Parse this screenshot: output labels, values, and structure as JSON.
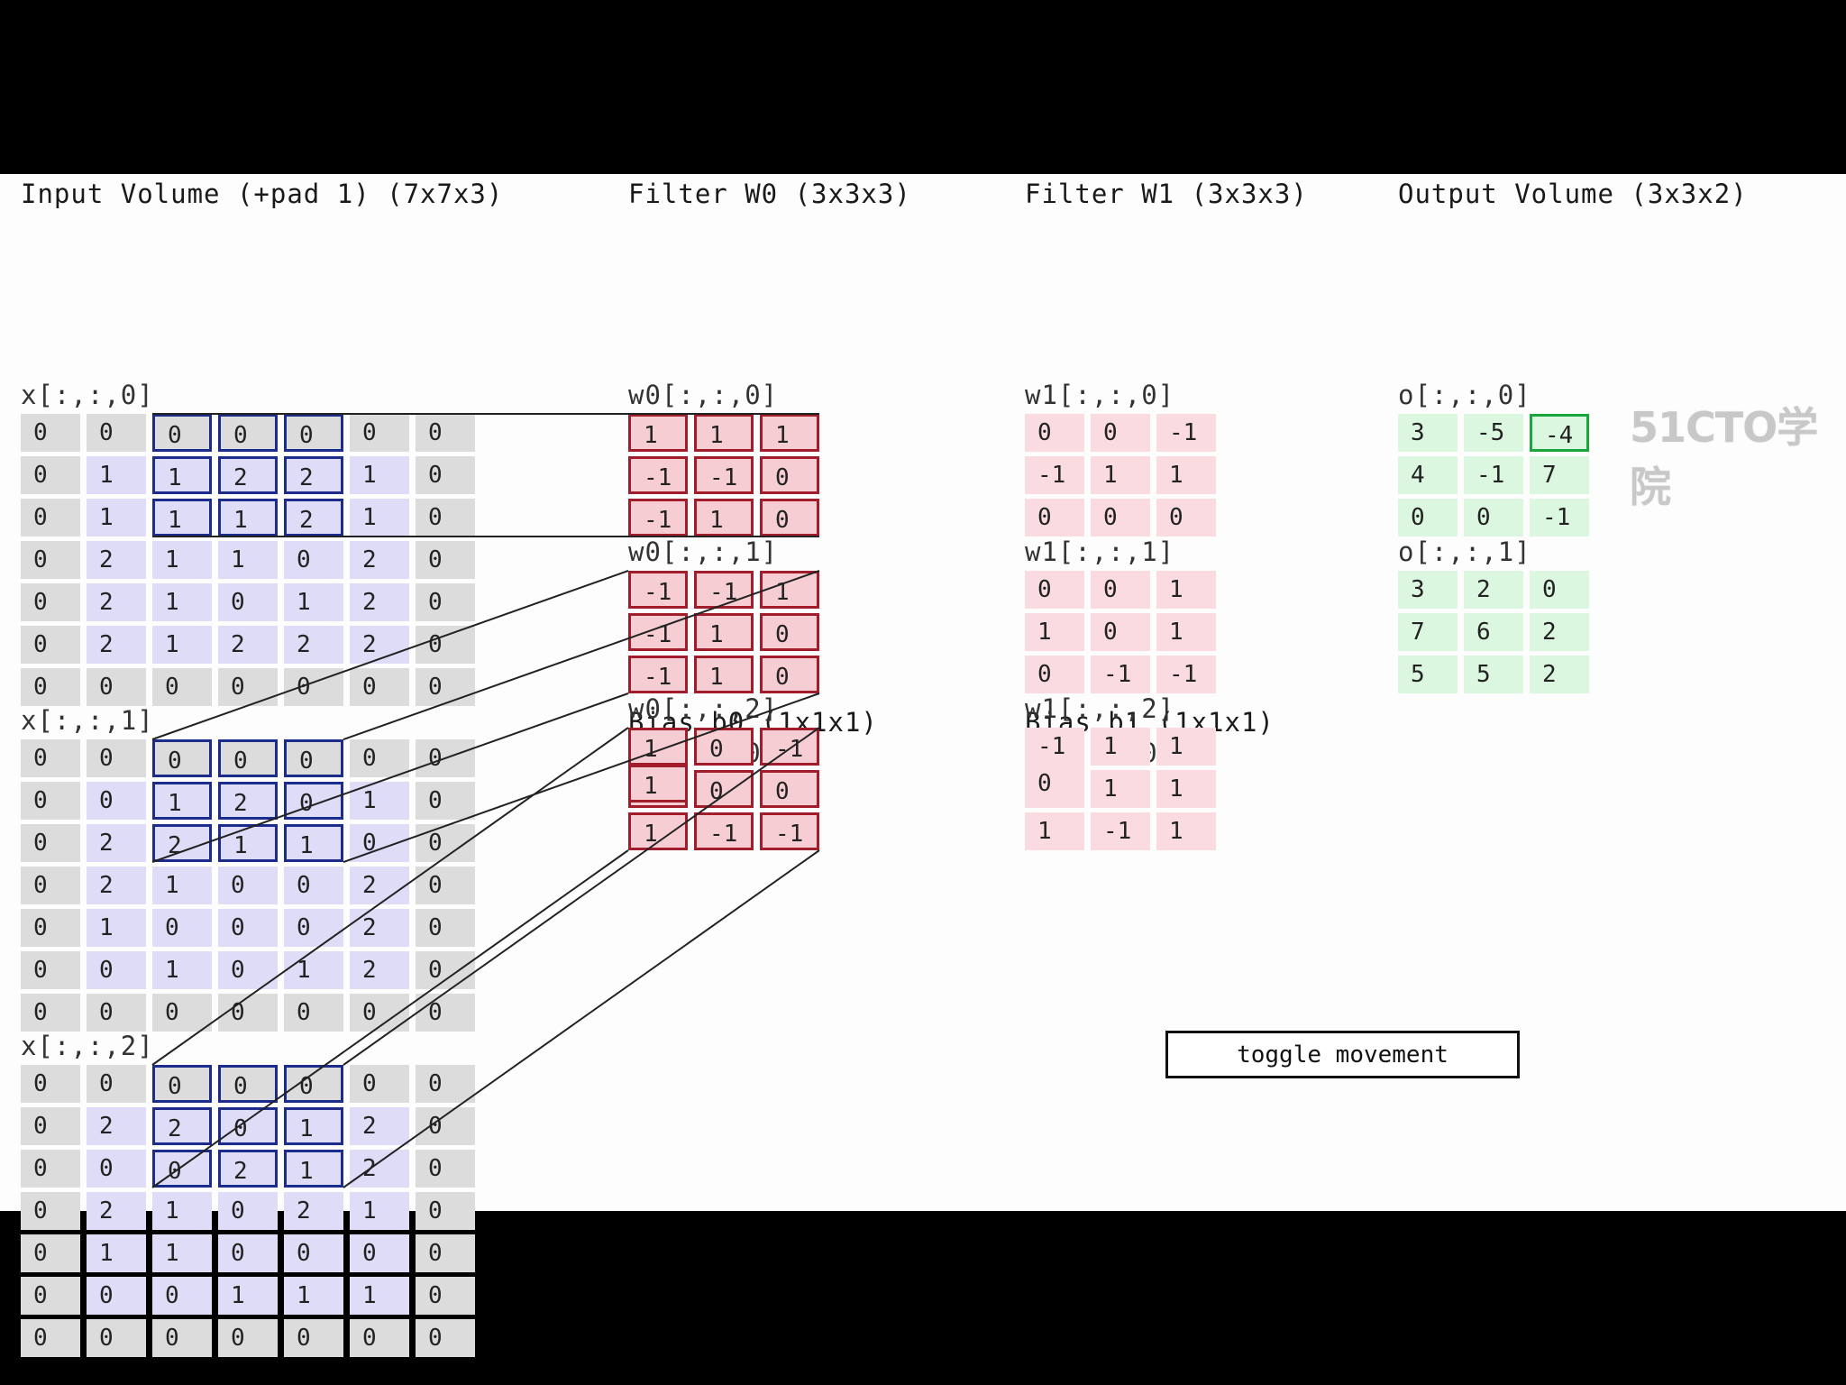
{
  "input": {
    "title": "Input Volume (+pad 1) (7x7x3)",
    "slices": [
      {
        "label": "x[:,:,0]",
        "rows": [
          [
            "0",
            "0",
            "0",
            "0",
            "0",
            "0",
            "0"
          ],
          [
            "0",
            "1",
            "1",
            "2",
            "2",
            "1",
            "0"
          ],
          [
            "0",
            "1",
            "1",
            "1",
            "2",
            "1",
            "0"
          ],
          [
            "0",
            "2",
            "1",
            "1",
            "0",
            "2",
            "0"
          ],
          [
            "0",
            "2",
            "1",
            "0",
            "1",
            "2",
            "0"
          ],
          [
            "0",
            "2",
            "1",
            "2",
            "2",
            "2",
            "0"
          ],
          [
            "0",
            "0",
            "0",
            "0",
            "0",
            "0",
            "0"
          ]
        ]
      },
      {
        "label": "x[:,:,1]",
        "rows": [
          [
            "0",
            "0",
            "0",
            "0",
            "0",
            "0",
            "0"
          ],
          [
            "0",
            "0",
            "1",
            "2",
            "0",
            "1",
            "0"
          ],
          [
            "0",
            "2",
            "2",
            "1",
            "1",
            "0",
            "0"
          ],
          [
            "0",
            "2",
            "1",
            "0",
            "0",
            "2",
            "0"
          ],
          [
            "0",
            "1",
            "0",
            "0",
            "0",
            "2",
            "0"
          ],
          [
            "0",
            "0",
            "1",
            "0",
            "1",
            "2",
            "0"
          ],
          [
            "0",
            "0",
            "0",
            "0",
            "0",
            "0",
            "0"
          ]
        ]
      },
      {
        "label": "x[:,:,2]",
        "rows": [
          [
            "0",
            "0",
            "0",
            "0",
            "0",
            "0",
            "0"
          ],
          [
            "0",
            "2",
            "2",
            "0",
            "1",
            "2",
            "0"
          ],
          [
            "0",
            "0",
            "0",
            "2",
            "1",
            "2",
            "0"
          ],
          [
            "0",
            "2",
            "1",
            "0",
            "2",
            "1",
            "0"
          ],
          [
            "0",
            "1",
            "1",
            "0",
            "0",
            "0",
            "0"
          ],
          [
            "0",
            "0",
            "0",
            "1",
            "1",
            "1",
            "0"
          ],
          [
            "0",
            "0",
            "0",
            "0",
            "0",
            "0",
            "0"
          ]
        ]
      }
    ]
  },
  "filter0": {
    "title": "Filter W0 (3x3x3)",
    "slices": [
      {
        "label": "w0[:,:,0]",
        "rows": [
          [
            "1",
            "1",
            "1"
          ],
          [
            "-1",
            "-1",
            "0"
          ],
          [
            "-1",
            "1",
            "0"
          ]
        ]
      },
      {
        "label": "w0[:,:,1]",
        "rows": [
          [
            "-1",
            "-1",
            "1"
          ],
          [
            "-1",
            "1",
            "0"
          ],
          [
            "-1",
            "1",
            "0"
          ]
        ]
      },
      {
        "label": "w0[:,:,2]",
        "rows": [
          [
            "1",
            "0",
            "-1"
          ],
          [
            "0",
            "0",
            "0"
          ],
          [
            "1",
            "-1",
            "-1"
          ]
        ]
      }
    ],
    "bias_title": "Bias b0 (1x1x1)",
    "bias_label": "b0[:,:,0]",
    "bias_value": "1"
  },
  "filter1": {
    "title": "Filter W1 (3x3x3)",
    "slices": [
      {
        "label": "w1[:,:,0]",
        "rows": [
          [
            "0",
            "0",
            "-1"
          ],
          [
            "-1",
            "1",
            "1"
          ],
          [
            "0",
            "0",
            "0"
          ]
        ]
      },
      {
        "label": "w1[:,:,1]",
        "rows": [
          [
            "0",
            "0",
            "1"
          ],
          [
            "1",
            "0",
            "1"
          ],
          [
            "0",
            "-1",
            "-1"
          ]
        ]
      },
      {
        "label": "w1[:,:,2]",
        "rows": [
          [
            "-1",
            "1",
            "1"
          ],
          [
            "0",
            "1",
            "1"
          ],
          [
            "1",
            "-1",
            "1"
          ]
        ]
      }
    ],
    "bias_title": "Bias b1 (1x1x1)",
    "bias_label": "b1[:,:,0]",
    "bias_value": "0"
  },
  "output": {
    "title": "Output Volume (3x3x2)",
    "slices": [
      {
        "label": "o[:,:,0]",
        "rows": [
          [
            "3",
            "-5",
            "-4"
          ],
          [
            "4",
            "-1",
            "7"
          ],
          [
            "0",
            "0",
            "-1"
          ]
        ]
      },
      {
        "label": "o[:,:,1]",
        "rows": [
          [
            "3",
            "2",
            "0"
          ],
          [
            "7",
            "6",
            "2"
          ],
          [
            "5",
            "5",
            "2"
          ]
        ]
      }
    ]
  },
  "state": {
    "window_row": 0,
    "window_col": 2,
    "highlight_output": {
      "slice": 0,
      "row": 0,
      "col": 2
    }
  },
  "toggle_label": "toggle movement",
  "watermark": "51CTO学院",
  "colors": {
    "pad": "#dcdcdc",
    "input": "#dedcf6",
    "filter0": "#f7cdd4",
    "filter1": "#fadbe0",
    "output": "#dcf7df",
    "window_border": "#1c2c8c",
    "filter_border": "#a11d2c",
    "output_border": "#18a73a"
  }
}
